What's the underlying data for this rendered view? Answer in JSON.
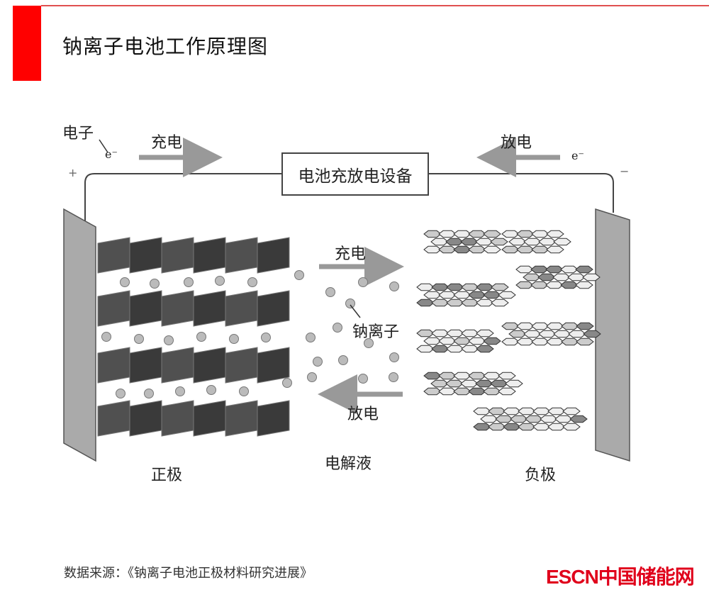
{
  "title": "钠离子电池工作原理图",
  "diagram": {
    "electron_label": "电子",
    "electron_symbol_left": "e⁻",
    "electron_symbol_right": "e⁻",
    "charge_top": "充电",
    "discharge_top": "放电",
    "plus": "+",
    "minus": "−",
    "device": "电池充放电设备",
    "charge_mid": "充电",
    "ion_label": "钠离子",
    "discharge_mid": "放电",
    "cathode": "正极",
    "electrolyte": "电解液",
    "anode": "负极"
  },
  "footer": {
    "source": "数据来源：《钠离子电池正极材料研究进展》",
    "logo": "ESCN中国储能网"
  },
  "colors": {
    "accent": "#ff0000",
    "logo": "#e0001b"
  }
}
